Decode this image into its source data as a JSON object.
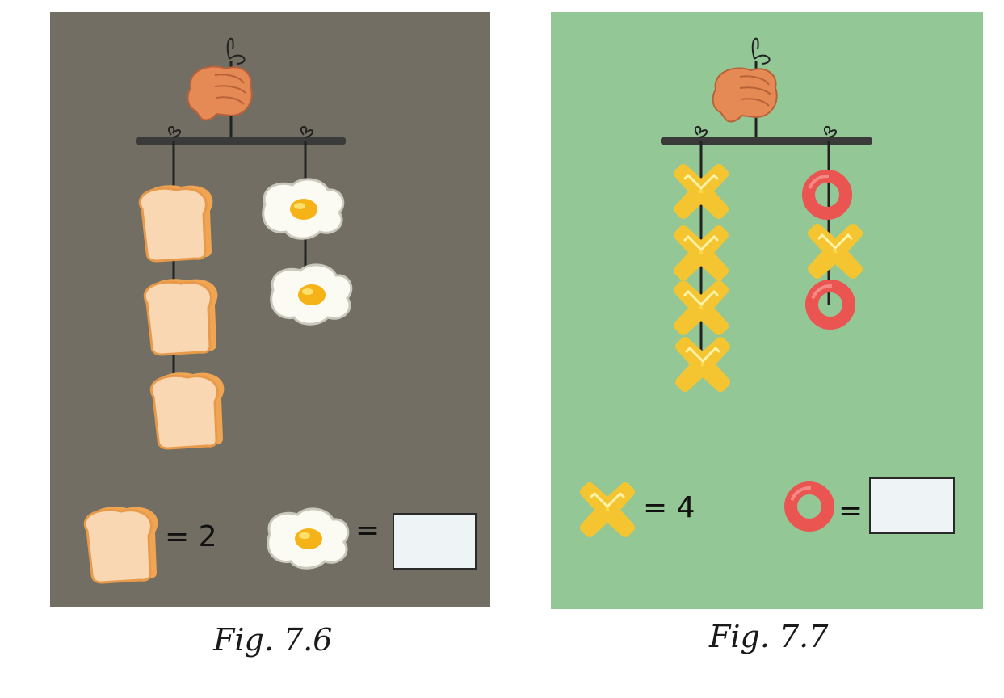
{
  "figures": [
    {
      "caption": "Fig. 7.6",
      "background": "#736e63",
      "left_column": {
        "item": "bread-slice-icon",
        "count": 3
      },
      "right_column": {
        "items": [
          "fried-egg-icon",
          "fried-egg-icon"
        ]
      },
      "equation_known": {
        "item": "bread-slice-icon",
        "text": "= 2"
      },
      "equation_unknown": {
        "item": "fried-egg-icon",
        "text": "=",
        "answer": ""
      }
    },
    {
      "caption": "Fig. 7.7",
      "background": "#94c796",
      "left_column": {
        "item": "yellow-cross-icon",
        "count": 4
      },
      "right_column": {
        "items": [
          "red-ring-icon",
          "yellow-cross-icon",
          "red-ring-icon"
        ]
      },
      "equation_known": {
        "item": "yellow-cross-icon",
        "text": "= 4"
      },
      "equation_unknown": {
        "item": "red-ring-icon",
        "text": "=",
        "answer": ""
      }
    }
  ]
}
